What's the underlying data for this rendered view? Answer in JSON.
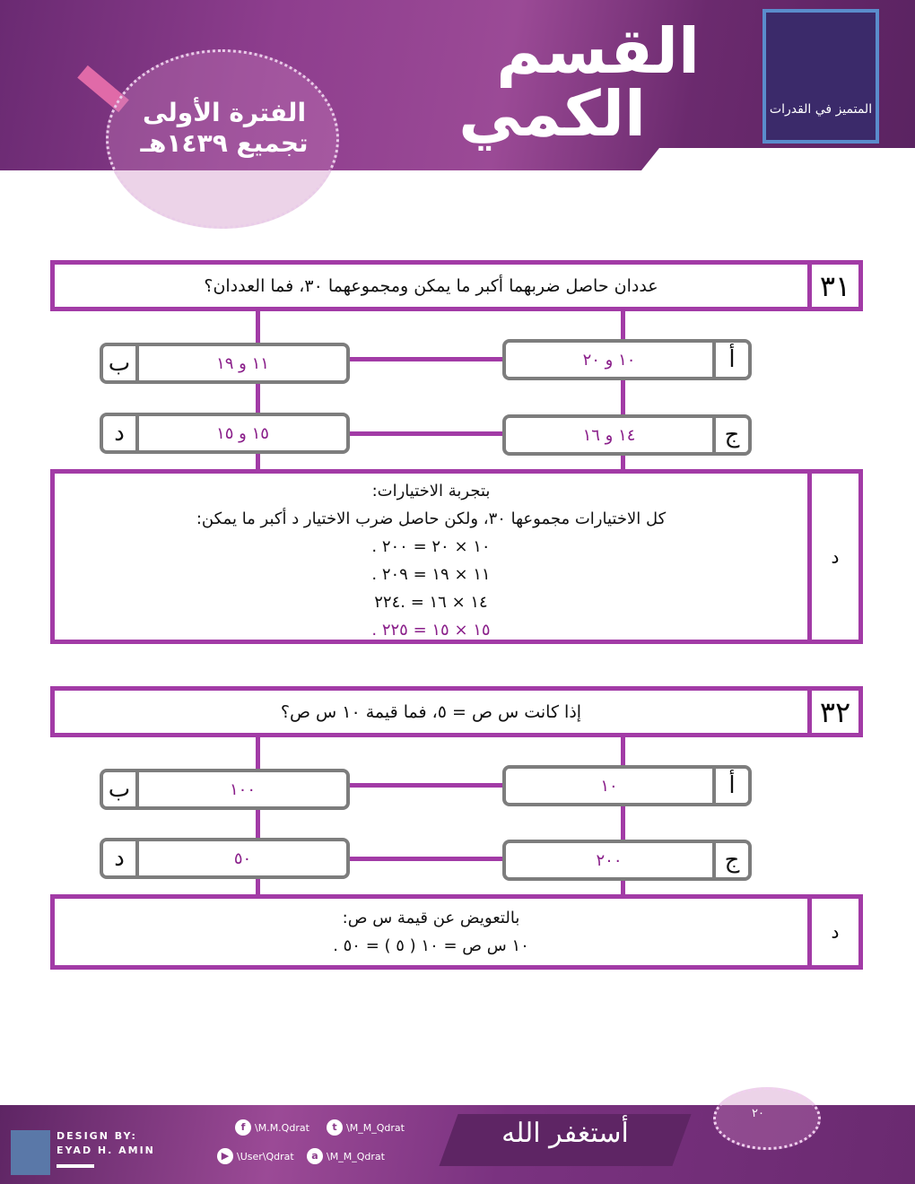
{
  "header": {
    "title_line1": "القسم",
    "title_line2": "الكمي",
    "period_line1": "الفترة الأولى",
    "period_line2": "تجميع ١٤٣٩هـ",
    "logo_text": "المتميز في القدرات"
  },
  "questions": [
    {
      "number": "٣١",
      "text": "عددان حاصل ضربهما أكبر ما يمكن ومجموعهما ٣٠، فما العددان؟",
      "options": [
        {
          "letter": "أ",
          "value": "١٠ و ٢٠"
        },
        {
          "letter": "ب",
          "value": "١١ و ١٩"
        },
        {
          "letter": "ج",
          "value": "١٤ و ١٦"
        },
        {
          "letter": "د",
          "value": "١٥ و ١٥"
        }
      ],
      "answer": "د",
      "explanation": [
        "بتجربة الاختيارات:",
        "كل الاختيارات مجموعها ٣٠، ولكن حاصل ضرب الاختيار د أكبر ما يمكن:",
        "١٠ × ٢٠ = ٢٠٠ .",
        "١١ × ١٩ = ٢٠٩ .",
        "١٤ × ١٦ = .٢٢٤",
        "١٥ × ١٥ = ٢٢٥ ."
      ]
    },
    {
      "number": "٣٢",
      "text": "إذا كانت س ص = ٥، فما قيمة ١٠ س ص؟",
      "options": [
        {
          "letter": "أ",
          "value": "١٠"
        },
        {
          "letter": "ب",
          "value": "١٠٠"
        },
        {
          "letter": "ج",
          "value": "٢٠٠"
        },
        {
          "letter": "د",
          "value": "٥٠"
        }
      ],
      "answer": "د",
      "explanation": [
        "بالتعويض عن قيمة س ص:",
        "١٠ س ص = ١٠ ( ٥ ) = ٥٠ ."
      ]
    }
  ],
  "footer": {
    "design_by": "DESIGN BY:",
    "designer": "EYAD H. AMIN",
    "facebook": "\\M.M.Qdrat",
    "twitter": "\\M_M_Qdrat",
    "youtube": "\\User\\Qdrat",
    "ask": "\\M_M_Qdrat",
    "calligraphy": "أستغفر الله",
    "page_number": "٢٠"
  },
  "colors": {
    "accent": "#a23ba6",
    "answer": "#8a1f8a"
  }
}
